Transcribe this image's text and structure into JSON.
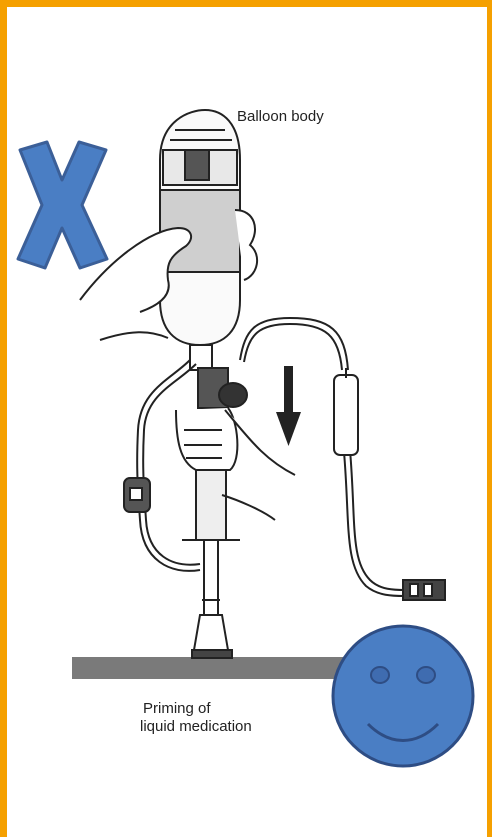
{
  "labels": {
    "balloon_body": "Balloon body",
    "priming_line1": "Priming of",
    "priming_line2": "liquid medication"
  },
  "colors": {
    "frame": "#f5a000",
    "x_mark": "#4a7ec4",
    "x_outline": "#3b5f98",
    "smiley": "#4a7ec4",
    "smiley_outline": "#2e4d84",
    "ground": "#7a7a7a",
    "line_art": "#222222"
  },
  "icons": {
    "incorrect": "x-mark-icon",
    "correct": "smiley-face-icon",
    "direction": "down-arrow-icon"
  }
}
